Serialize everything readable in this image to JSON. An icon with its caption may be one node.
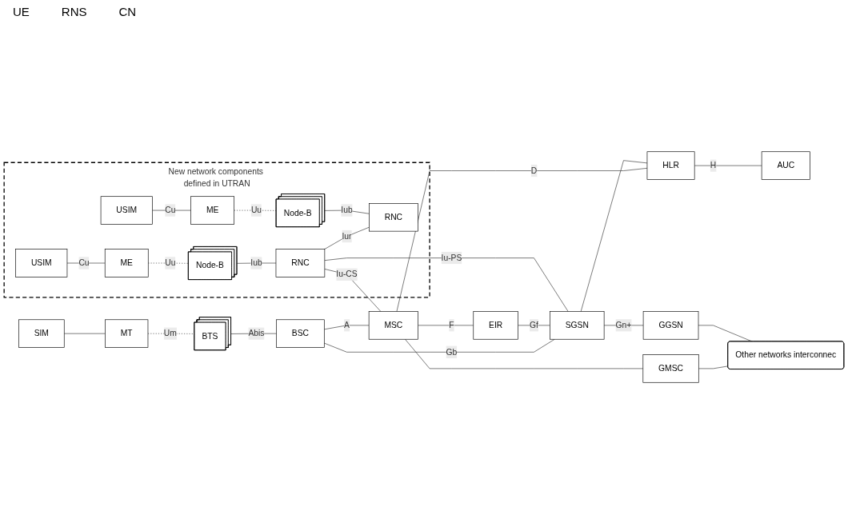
{
  "diagram": {
    "nodes": [
      {
        "text": [
          "SIM"
        ]
      },
      {
        "text": [
          "MT"
        ]
      },
      {
        "text": [
          "BTS"
        ]
      },
      {
        "text": [
          "BSC"
        ]
      },
      {
        "text": [
          "MSC"
        ]
      },
      {
        "text": [
          "GMSC"
        ]
      },
      {
        "text": [
          "EIR"
        ]
      },
      {
        "text": [
          "HLR"
        ]
      },
      {
        "text": [
          "AUC"
        ]
      },
      {
        "text": [
          "Other networks interconnec"
        ]
      },
      {
        "text": [
          "New network components defined in UTRAN"
        ]
      },
      {
        "text": [
          "USIM"
        ],
        "in": 10
      },
      {
        "text": [
          "ME"
        ],
        "in": 10
      },
      {
        "text": [
          "Node-B"
        ],
        "in": 10
      },
      {
        "text": [
          "RNC"
        ],
        "in": 10
      },
      {
        "text": [
          "SGSN"
        ]
      },
      {
        "text": [
          "GGSN"
        ]
      },
      {
        "text": [
          "USIM"
        ],
        "in": 10
      },
      {
        "text": [
          "ME"
        ],
        "in": 10
      },
      {
        "text": [
          "Node-B"
        ],
        "in": 10
      },
      {
        "text": [
          "RNC"
        ],
        "in": 10
      }
    ],
    "edges": [
      {
        "from": 0,
        "to": 1,
        "arrow": "none"
      },
      {
        "from": 1,
        "to": 2,
        "arrow": "none",
        "label": "Um",
        "style": "dashed"
      },
      {
        "from": 2,
        "to": 3,
        "arrow": "none",
        "label": "Abis"
      },
      {
        "from": 3,
        "to": 4,
        "arrow": "none",
        "label": "A"
      },
      {
        "from": 3,
        "to": 15,
        "arrow": "none",
        "label": "Gb"
      },
      {
        "from": 4,
        "to": 5,
        "arrow": "none"
      },
      {
        "from": 4,
        "to": 6,
        "arrow": "none",
        "label": "F"
      },
      {
        "from": 6,
        "to": 15,
        "arrow": "none",
        "label": "Gf"
      },
      {
        "from": 4,
        "to": 7,
        "arrow": "none",
        "label": "D"
      },
      {
        "from": 15,
        "to": 7,
        "arrow": "none"
      },
      {
        "from": 7,
        "to": 8,
        "arrow": "none",
        "label": "H"
      },
      {
        "from": 5,
        "to": 9,
        "arrow": "none"
      },
      {
        "from": 14,
        "to": 4,
        "arrow": "none",
        "label": "Iu-CS"
      },
      {
        "from": 14,
        "to": 15,
        "arrow": "none",
        "label": "Iu-PS"
      },
      {
        "from": 15,
        "to": 16,
        "arrow": "none",
        "label": "Gn+"
      },
      {
        "from": 16,
        "to": 9,
        "arrow": "none"
      },
      {
        "from": 11,
        "to": 12,
        "arrow": "none",
        "label": "Cu"
      },
      {
        "from": 12,
        "to": 13,
        "arrow": "none",
        "label": "Uu",
        "style": "dashed"
      },
      {
        "from": 13,
        "to": 14,
        "arrow": "none",
        "label": "Iub"
      },
      {
        "from": 14,
        "to": 20,
        "arrow": "none",
        "label": "Iur"
      },
      {
        "from": 17,
        "to": 18,
        "arrow": "none",
        "label": "Cu"
      },
      {
        "from": 18,
        "to": 19,
        "arrow": "none",
        "label": "Uu",
        "style": "dashed"
      },
      {
        "from": 19,
        "to": 20,
        "arrow": "none",
        "label": "Iub"
      }
    ],
    "labels": [
      "UE",
      "RNS",
      "CN"
    ]
  }
}
